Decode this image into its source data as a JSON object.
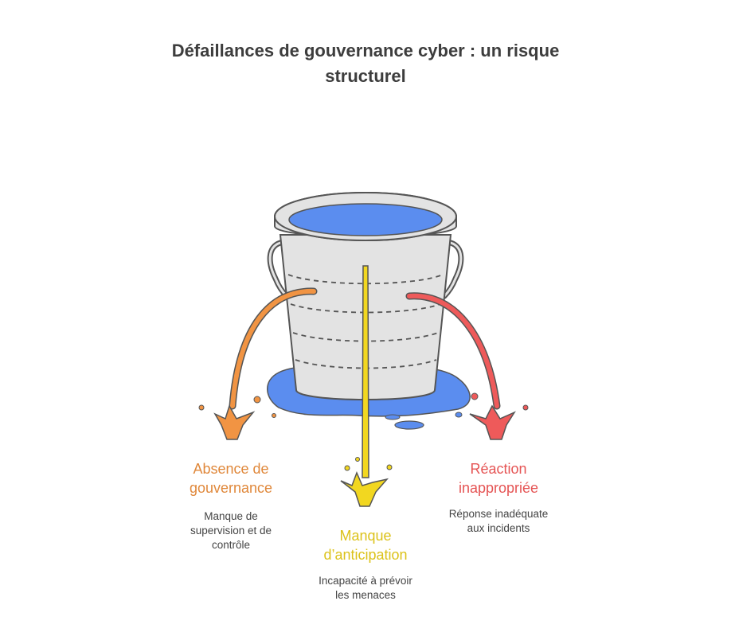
{
  "title": {
    "line1": "Défaillances de gouvernance cyber : un risque",
    "line2": "structurel"
  },
  "leaks": [
    {
      "label_line1": "Absence de",
      "label_line2": "gouvernance",
      "desc_line1": "Manque de",
      "desc_line2": "supervision et de",
      "desc_line3": "contrôle",
      "color": "#f19443"
    },
    {
      "label_line1": "Manque",
      "label_line2": "d’anticipation",
      "desc_line1": "Incapacité à prévoir",
      "desc_line2": "les menaces",
      "color": "#f2d720"
    },
    {
      "label_line1": "Réaction",
      "label_line2": "inappropriée",
      "desc_line1": "Réponse inadéquate",
      "desc_line2": "aux incidents",
      "color": "#ee5a5a"
    }
  ],
  "colors": {
    "bucket": "#e3e3e3",
    "bucket_outline": "#555555",
    "water": "#5b8def",
    "title": "#3d3d3d"
  }
}
